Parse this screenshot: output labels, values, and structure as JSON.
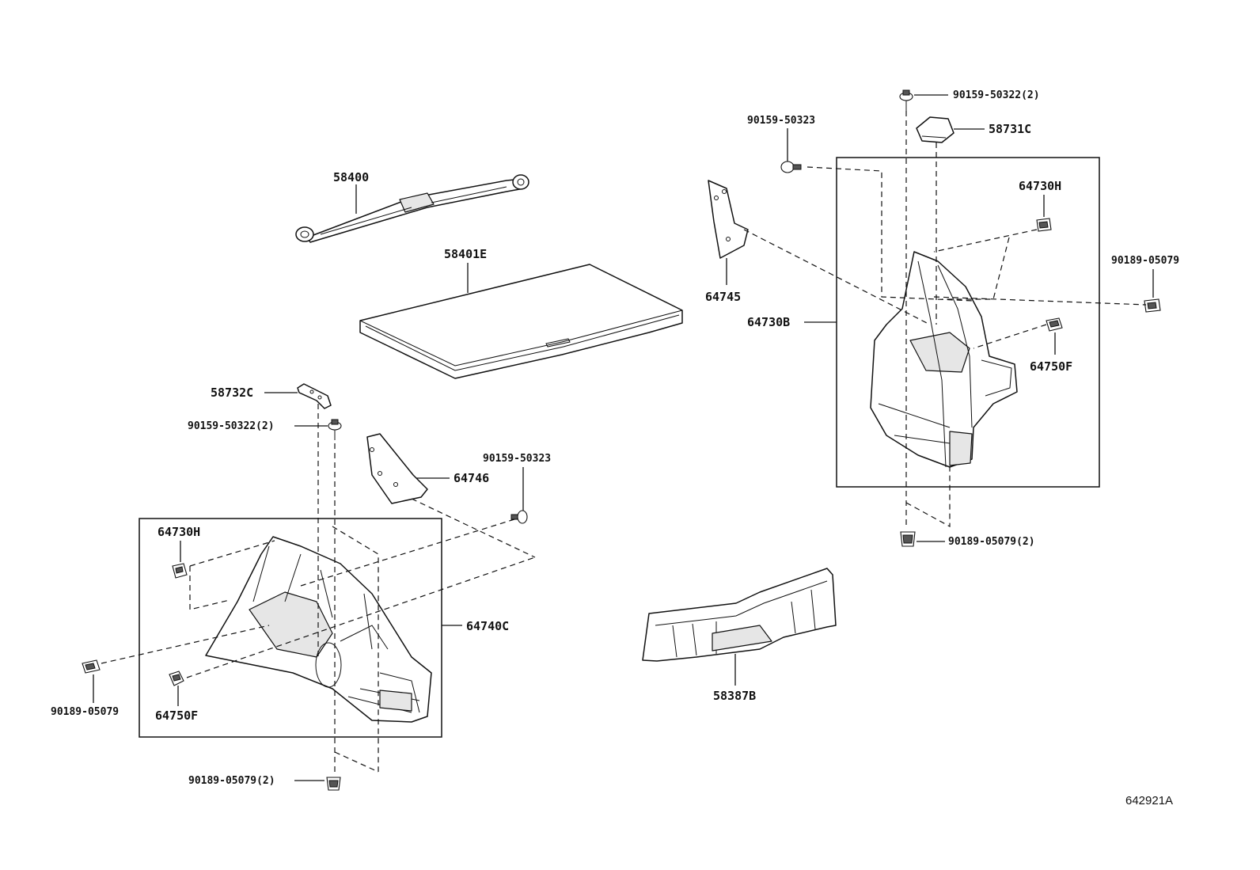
{
  "labels": {
    "p58400": "58400",
    "p58401E": "58401E",
    "p58732C": "58732C",
    "p90159_50322_2_left": "90159-50322(2)",
    "p64746": "64746",
    "p90159_50323_left": "90159-50323",
    "p64730H_left": "64730H",
    "p64740C": "64740C",
    "p90189_05079_left": "90189-05079",
    "p64750F_left": "64750F",
    "p90189_05079_2_left": "90189-05079(2)",
    "p90159_50323_right": "90159-50323",
    "p90159_50322_2_right": "90159-50322(2)",
    "p58731C": "58731C",
    "p64730H_right": "64730H",
    "p90189_05079_right": "90189-05079",
    "p64745": "64745",
    "p64730B": "64730B",
    "p64750F_right": "64750F",
    "p90189_05079_2_right": "90189-05079(2)",
    "p58387B": "58387B",
    "figure_id": "642921A"
  }
}
